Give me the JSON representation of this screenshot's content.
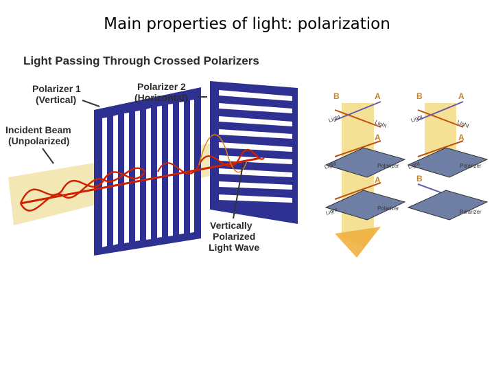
{
  "slide": {
    "title": "Main properties of light: polarization"
  },
  "left_figure": {
    "heading": "Light Passing Through Crossed Polarizers",
    "polarizer1_label": [
      "Polarizer 1",
      "(Vertical)"
    ],
    "polarizer2_label": [
      "Polarizer 2",
      "(Horizontal)"
    ],
    "incident_label": [
      "Incident Beam",
      "(Unpolarized)"
    ],
    "wave_label": [
      "Vertically",
      "Polarized",
      "Light Wave"
    ]
  },
  "right_figure": {
    "left_stack": {
      "top_letters": [
        "B",
        "A"
      ],
      "top_light_labels": [
        "Light",
        "Light"
      ],
      "mid_letter": "A",
      "mid_light_label": "Light",
      "mid_polarizer_label": "Polarizer",
      "low_letter": "A",
      "low_light_label": "Light",
      "low_polarizer_label": "Polarizer"
    },
    "right_stack": {
      "top_letters": [
        "B",
        "A"
      ],
      "top_light_labels": [
        "Light",
        "Light"
      ],
      "mid_letter": "A",
      "mid_light_label": "Light",
      "mid_polarizer_label": "Polarizer",
      "low_letter": "B",
      "low_polarizer_label": "Polarizer"
    }
  },
  "colors": {
    "polarizer_blue": "#2e3191",
    "beam_yellow": "#f1e3a8",
    "wave_red": "#cc2200",
    "letter_orange": "#c8862a"
  }
}
